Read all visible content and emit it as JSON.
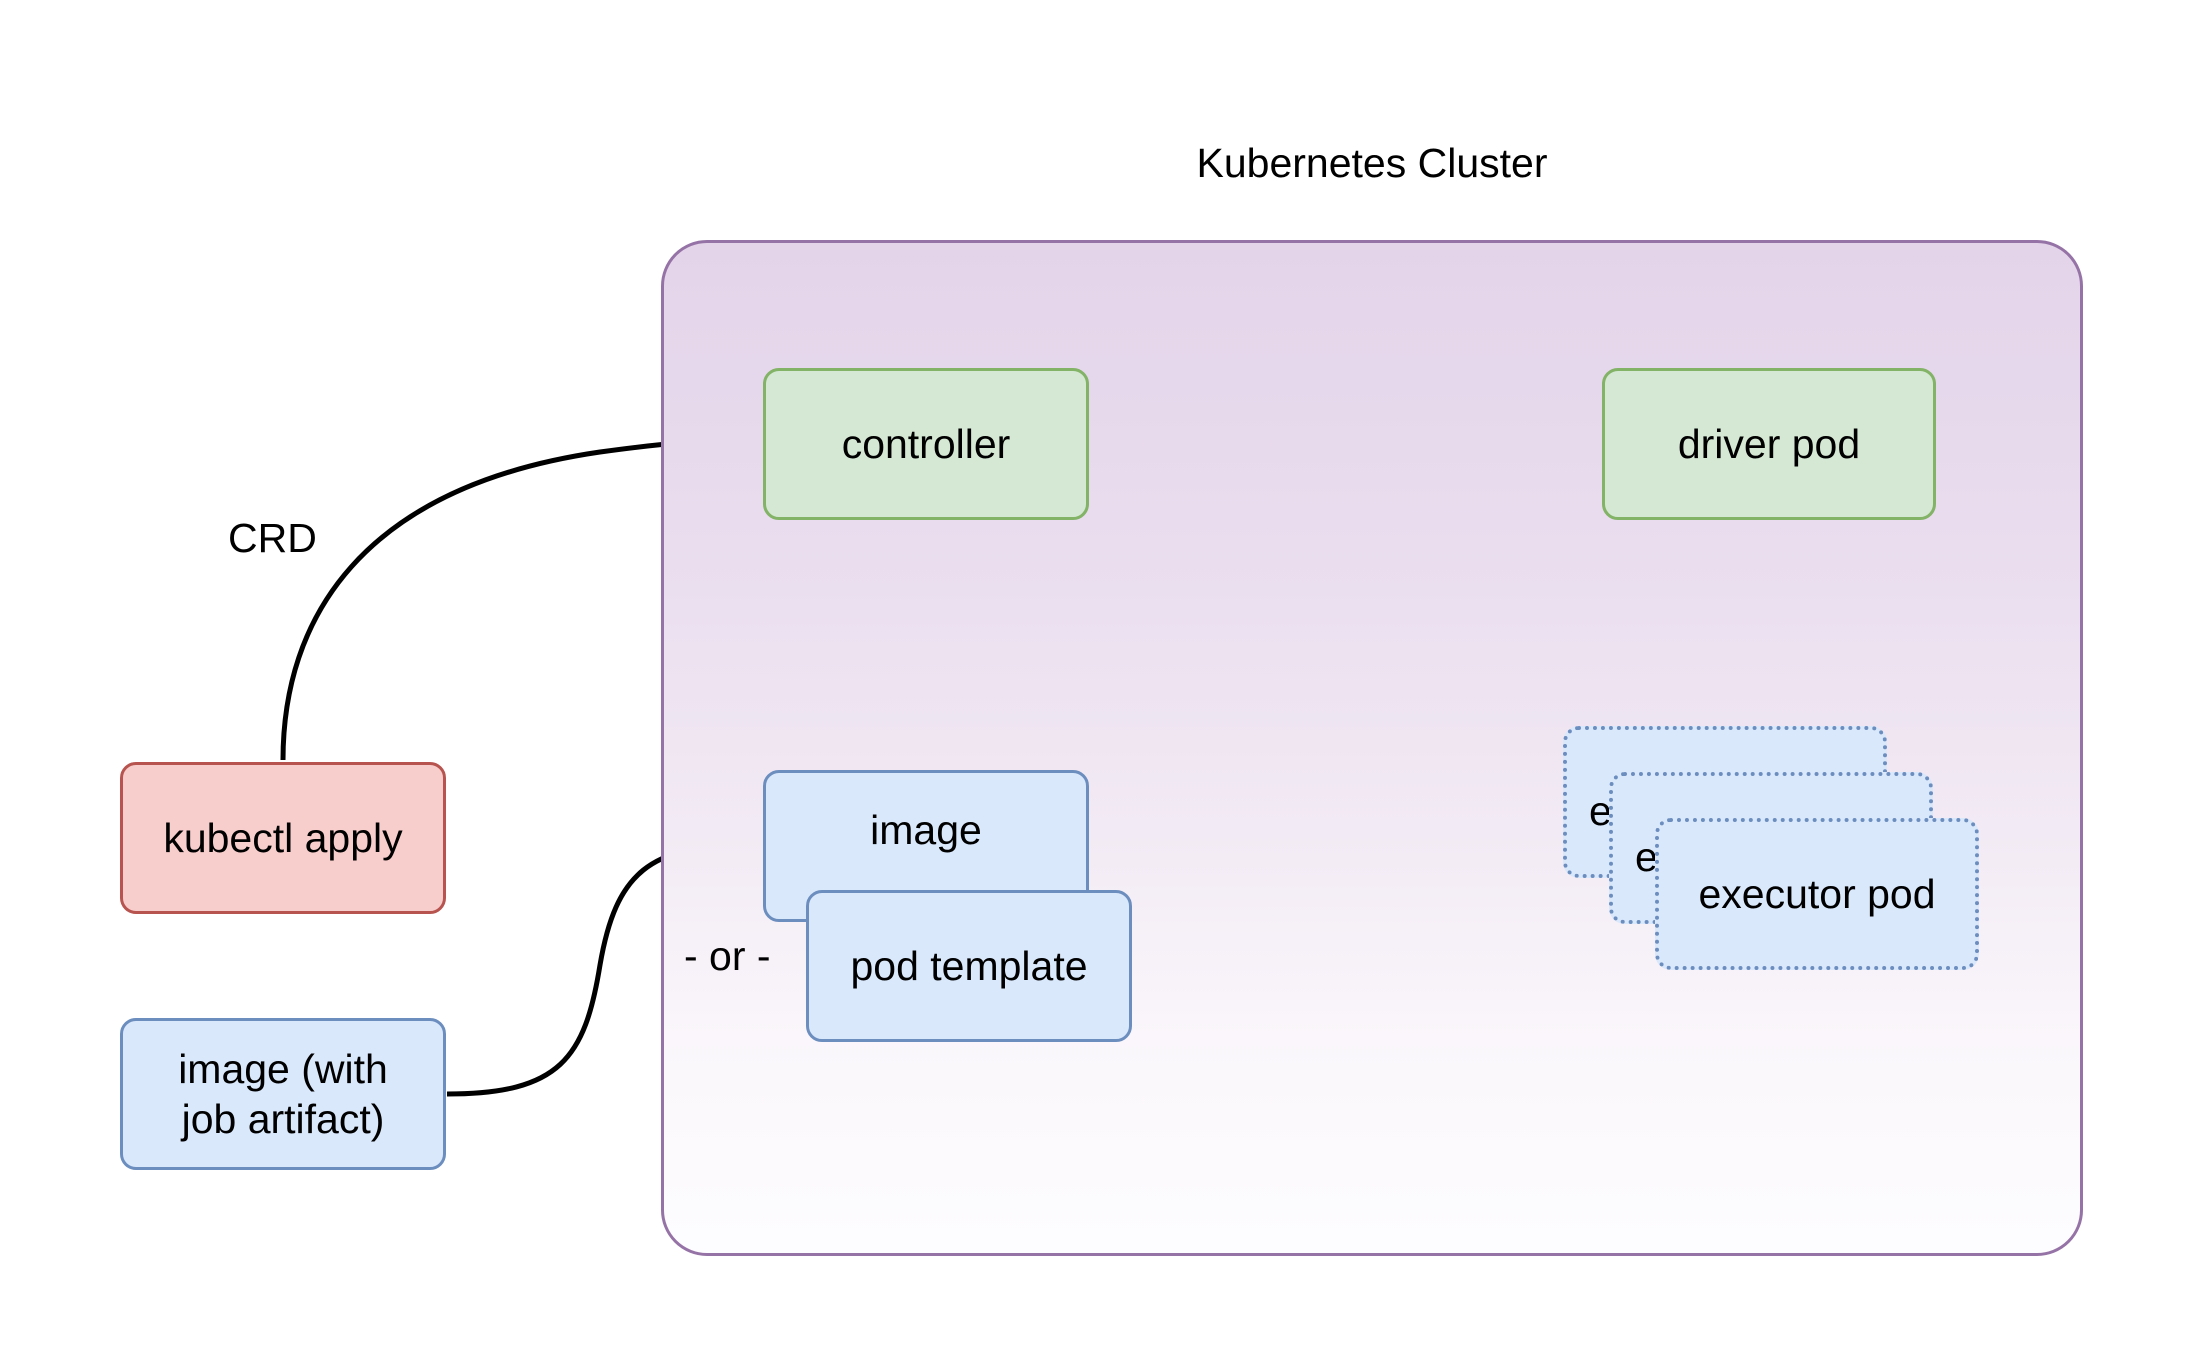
{
  "diagram": {
    "title": "Kubernetes Cluster",
    "cluster_title": "Kubernetes Cluster",
    "colors": {
      "cluster_border": "#9673a6",
      "cluster_fill_top": "#e4d4ea",
      "cluster_fill_bottom": "#fdfcfe",
      "green_fill": "#d5e8d4",
      "green_border": "#82b366",
      "blue_fill": "#dae8fc",
      "blue_border": "#6c8ebf",
      "red_fill": "#f8cecc",
      "red_border": "#b85450",
      "edge_color": "#000000"
    },
    "nodes": {
      "controller": "controller",
      "driver_pod": "driver pod",
      "image": "image",
      "pod_template": "pod template",
      "kubectl_apply": "kubectl apply",
      "image_with_artifact": "image (with\njob artifact)",
      "executor_pod_back": "executor pod",
      "executor_pod_mid": "executor pod",
      "executor_pod_front": "executor pod"
    },
    "edge_labels": {
      "crd": "CRD",
      "or": "- or -"
    },
    "edges": [
      {
        "from": "kubectl apply",
        "to": "controller",
        "label": "CRD",
        "style": "solid-curve-arrow"
      },
      {
        "from": "controller",
        "to": "driver pod",
        "label": "",
        "style": "solid-arrow"
      },
      {
        "from": "controller",
        "to": "image",
        "label": "",
        "style": "solid-double-arrow"
      },
      {
        "from": "image",
        "to": "executor pod",
        "label": "",
        "style": "dotted-curve-arrow"
      },
      {
        "from": "driver pod",
        "to": "executor pod",
        "label": "",
        "style": "solid-arrow"
      },
      {
        "from": "image (with job artifact)",
        "to": "image",
        "label": "- or -",
        "style": "solid-scurve-arrow"
      }
    ]
  }
}
